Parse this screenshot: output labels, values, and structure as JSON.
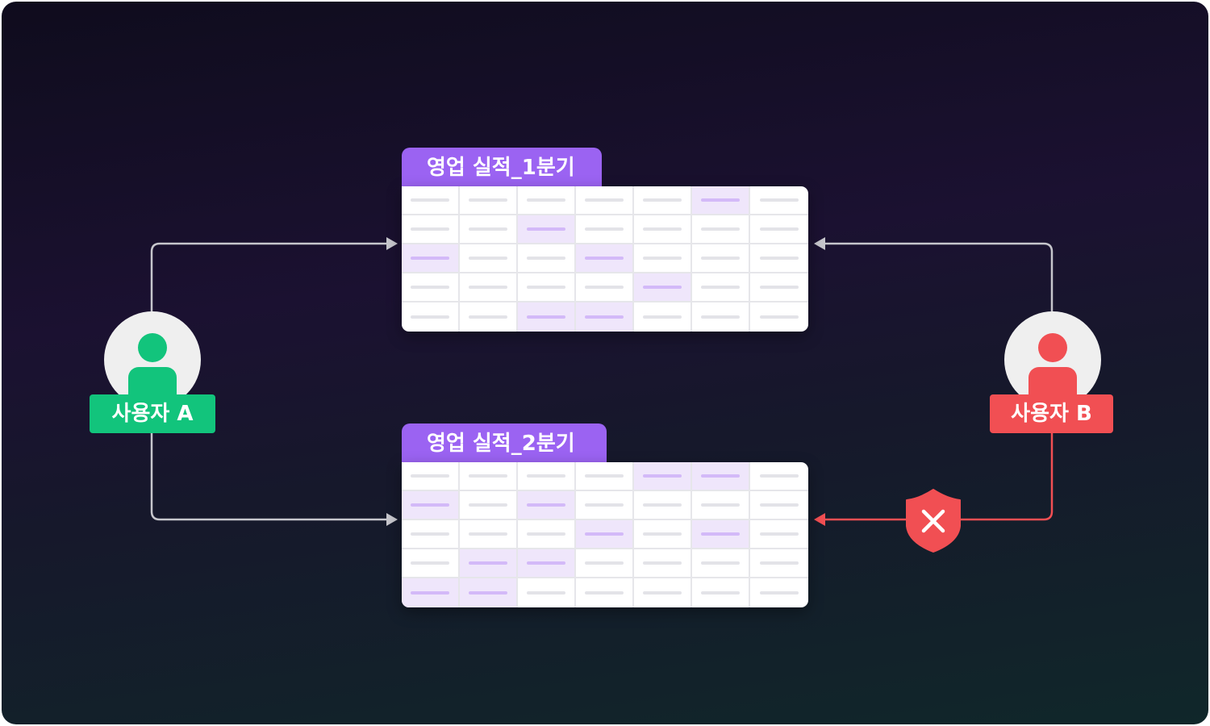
{
  "users": [
    {
      "id": "a",
      "label": "사용자 A",
      "color": "#12c47c"
    },
    {
      "id": "b",
      "label": "사용자 B",
      "color": "#f14f53"
    }
  ],
  "sheets": [
    {
      "title": "영업 실적_1분기",
      "highlighted_cells": [
        [
          0,
          5
        ],
        [
          1,
          2
        ],
        [
          2,
          0
        ],
        [
          2,
          3
        ],
        [
          3,
          4
        ],
        [
          4,
          2
        ],
        [
          4,
          3
        ]
      ]
    },
    {
      "title": "영업 실적_2분기",
      "highlighted_cells": [
        [
          0,
          4
        ],
        [
          0,
          5
        ],
        [
          1,
          0
        ],
        [
          1,
          2
        ],
        [
          2,
          3
        ],
        [
          2,
          5
        ],
        [
          3,
          1
        ],
        [
          3,
          2
        ],
        [
          4,
          0
        ],
        [
          4,
          1
        ]
      ]
    }
  ],
  "sheet_grid": {
    "rows": 5,
    "cols": 7
  },
  "connections": [
    {
      "from": "사용자 A",
      "to": "영업 실적_1분기",
      "status": "allowed"
    },
    {
      "from": "사용자 A",
      "to": "영업 실적_2분기",
      "status": "allowed"
    },
    {
      "from": "사용자 B",
      "to": "영업 실적_1분기",
      "status": "allowed"
    },
    {
      "from": "사용자 B",
      "to": "영업 실적_2분기",
      "status": "denied",
      "icon": "shield-x-icon"
    }
  ],
  "colors": {
    "connector_allowed": "#c6c6cc",
    "connector_denied": "#f14f53",
    "sheet_tab": "#9b63f2",
    "highlight_cell": "#efe6fb"
  }
}
